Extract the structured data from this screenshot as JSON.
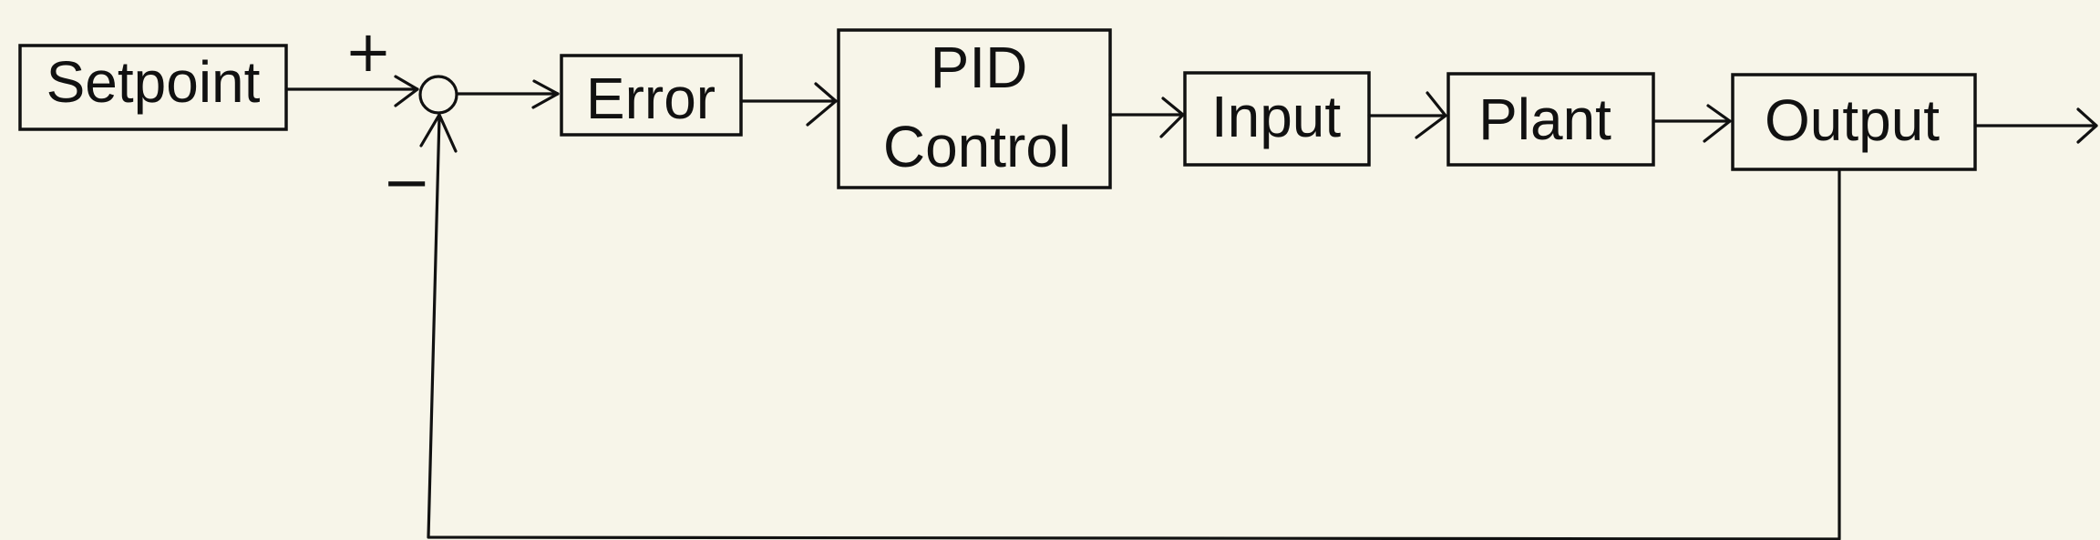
{
  "diagram": {
    "blocks": {
      "setpoint": "Setpoint",
      "error": "Error",
      "pid": [
        "PID",
        "Control"
      ],
      "input": "Input",
      "plant": "Plant",
      "output": "Output"
    },
    "summing_junction": {
      "plus_sign": "+",
      "minus_sign": "−"
    }
  },
  "colors": {
    "background": "#f7f5e9",
    "ink": "#111111"
  }
}
